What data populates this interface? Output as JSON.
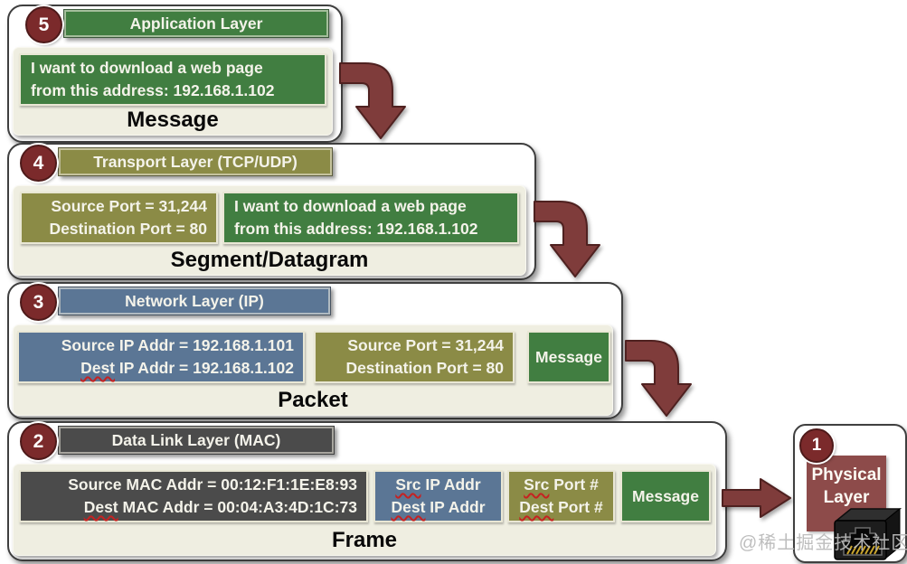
{
  "watermark": {
    "text": "@稀土掘金技术社区"
  },
  "colors": {
    "badge_maroon": "#7b2a2b",
    "arrow_maroon": "#7f3c3b",
    "green": "#417e41",
    "olive": "#8b8b46",
    "blue": "#5b7695",
    "dark_gray": "#4b4b4b",
    "panel_beige": "#efeee1",
    "physical_red": "#8d4b4a",
    "squiggle_red": "#c52222"
  },
  "sections": [
    {
      "id": "application",
      "number": "5",
      "title": "Application Layer",
      "pdu_label": "Message",
      "boxes": [
        {
          "name": "message-payload",
          "lines": [
            [
              "I want to download a web page"
            ],
            [
              "from this address: 192.168.1.102"
            ]
          ]
        }
      ]
    },
    {
      "id": "transport",
      "number": "4",
      "title": "Transport Layer (TCP/UDP)",
      "pdu_label": "Segment/Datagram",
      "boxes": [
        {
          "name": "tcp-header",
          "lines": [
            [
              "Source Port = 31,244"
            ],
            [
              "Destination Port = 80"
            ]
          ]
        },
        {
          "name": "message-payload",
          "lines": [
            [
              "I want to download a web page"
            ],
            [
              "from this address: 192.168.1.102"
            ]
          ]
        }
      ]
    },
    {
      "id": "network",
      "number": "3",
      "title": "Network Layer (IP)",
      "pdu_label": "Packet",
      "boxes": [
        {
          "name": "ip-header",
          "lines": [
            [
              "Source IP Addr = 192.168.1.101"
            ],
            [
              "Dest",
              " IP Addr = 192.168.1.102"
            ]
          ]
        },
        {
          "name": "tcp-header",
          "lines": [
            [
              "Source Port = 31,244"
            ],
            [
              "Destination Port = 80"
            ]
          ]
        },
        {
          "name": "message-payload",
          "lines": [
            [
              "Message"
            ]
          ]
        }
      ]
    },
    {
      "id": "datalink",
      "number": "2",
      "title": "Data Link Layer (MAC)",
      "pdu_label": "Frame",
      "boxes": [
        {
          "name": "mac-header",
          "lines": [
            [
              "Source MAC Addr = 00:12:F1:1E:E8:93"
            ],
            [
              "Dest",
              " MAC Addr = 00:04:A3:4D:1C:73"
            ]
          ]
        },
        {
          "name": "ip-header",
          "lines": [
            [
              "Src",
              " IP Addr"
            ],
            [
              "Dest",
              " IP Addr"
            ]
          ]
        },
        {
          "name": "tcp-header",
          "lines": [
            [
              "Src",
              " Port #"
            ],
            [
              "Dest",
              " Port #"
            ]
          ]
        },
        {
          "name": "message-payload",
          "lines": [
            [
              "Message"
            ]
          ]
        }
      ]
    }
  ],
  "physical": {
    "number": "1",
    "line1": "Physical",
    "line2": "Layer"
  }
}
